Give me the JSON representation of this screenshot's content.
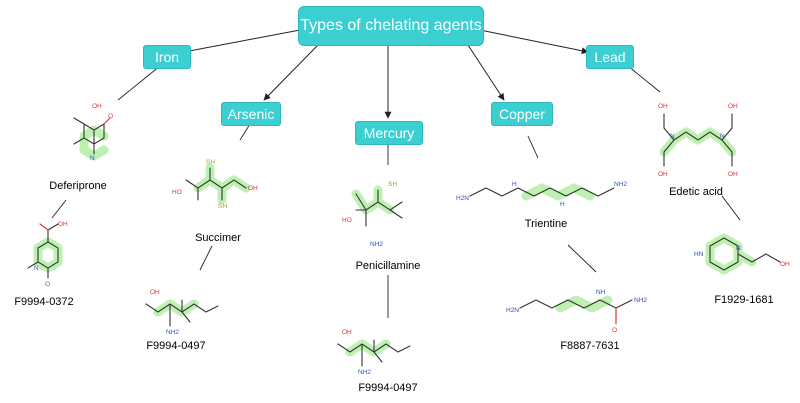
{
  "diagram": {
    "root": {
      "label": "Types of chelating agents"
    },
    "categories": [
      {
        "id": "iron",
        "label": "Iron"
      },
      {
        "id": "arsenic",
        "label": "Arsenic"
      },
      {
        "id": "mercury",
        "label": "Mercury"
      },
      {
        "id": "copper",
        "label": "Copper"
      },
      {
        "id": "lead",
        "label": "Lead"
      }
    ],
    "compounds": {
      "deferiprone": "Deferiprone",
      "f9994_0372": "F9994-0372",
      "succimer": "Succimer",
      "f9994_0497_a": "F9994-0497",
      "penicillamine": "Penicillamine",
      "f9994_0497_b": "F9994-0497",
      "trientine": "Trientine",
      "f8887_7631": "F8887-7631",
      "edetic_acid": "Edetic acid",
      "f1929_1681": "F1929-1681"
    },
    "atom_labels": {
      "oh": "OH",
      "o": "O",
      "n": "N",
      "sh": "SH",
      "nh2": "NH2",
      "h2n": "H2N",
      "nh": "NH",
      "hn": "HN",
      "h": "H",
      "ho": "HO"
    },
    "colors": {
      "node_fill": "#3ccfd2",
      "node_text": "#ffffff",
      "highlight": "#b7f0a8",
      "oxygen": "#e03030",
      "nitrogen": "#3050c0",
      "sulfur": "#a89a20"
    }
  }
}
